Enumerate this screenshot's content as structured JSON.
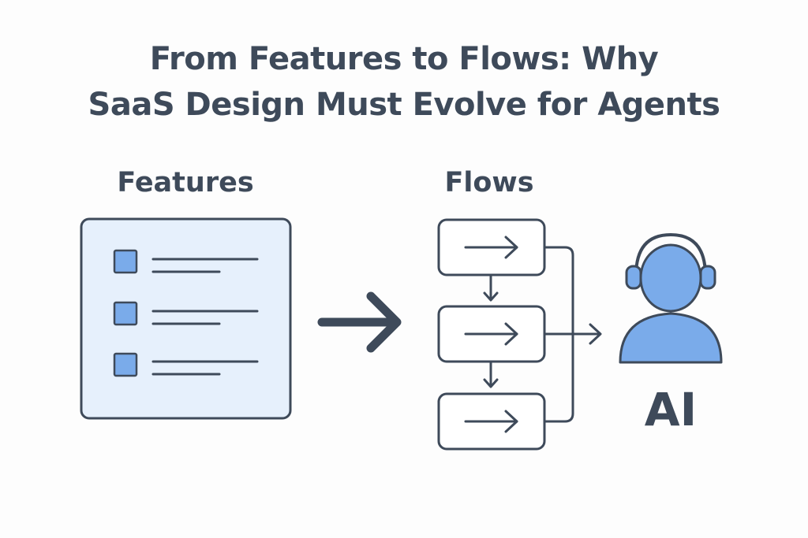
{
  "title": {
    "line1": "From Features to Flows: Why",
    "line2": "SaaS Design Must Evolve for Agents"
  },
  "features": {
    "label": "Features",
    "items": 3
  },
  "flows": {
    "label": "Flows",
    "steps": 3
  },
  "agent": {
    "label": "AI",
    "icon": "headset-person-icon"
  },
  "colors": {
    "ink": "#3e4a5a",
    "panel_fill": "#e6f0fc",
    "accent": "#7aabea",
    "background": "#fdfdfd"
  }
}
